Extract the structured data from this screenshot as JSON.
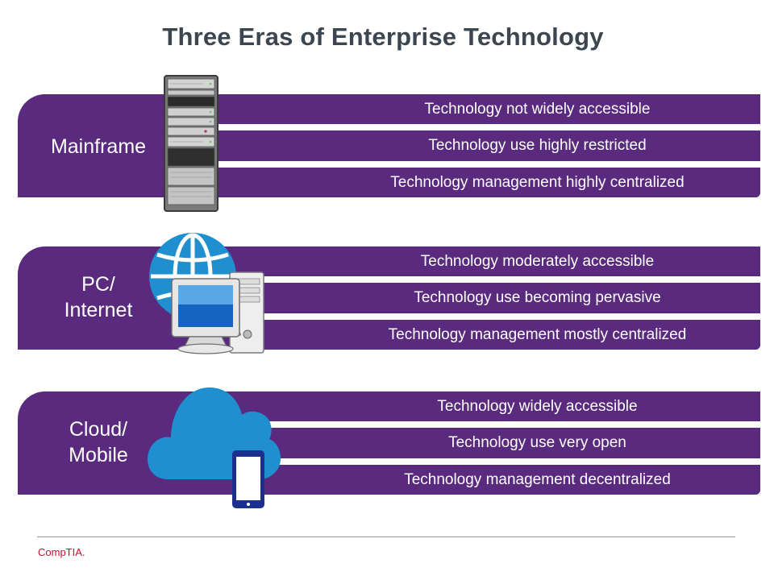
{
  "title": "Three Eras of Enterprise Technology",
  "eras": [
    {
      "label_lines": [
        "Mainframe"
      ],
      "icon": "server-rack-icon",
      "items": [
        "Technology not widely accessible",
        "Technology use highly restricted",
        "Technology management highly centralized"
      ]
    },
    {
      "label_lines": [
        "PC/",
        "Internet"
      ],
      "icon": "globe-computer-icon",
      "items": [
        "Technology moderately accessible",
        "Technology use becoming pervasive",
        "Technology management mostly centralized"
      ]
    },
    {
      "label_lines": [
        "Cloud/",
        "Mobile"
      ],
      "icon": "cloud-mobile-icon",
      "items": [
        "Technology widely accessible",
        "Technology use very open",
        "Technology management decentralized"
      ]
    }
  ],
  "footer": {
    "logo_text": "CompTIA."
  },
  "colors": {
    "band": "#5a2a7e",
    "title": "#3c4650",
    "logo": "#c8102e",
    "globe": "#1f8fcf",
    "cloud": "#1f8fcf",
    "phone": "#1d2f8f"
  }
}
